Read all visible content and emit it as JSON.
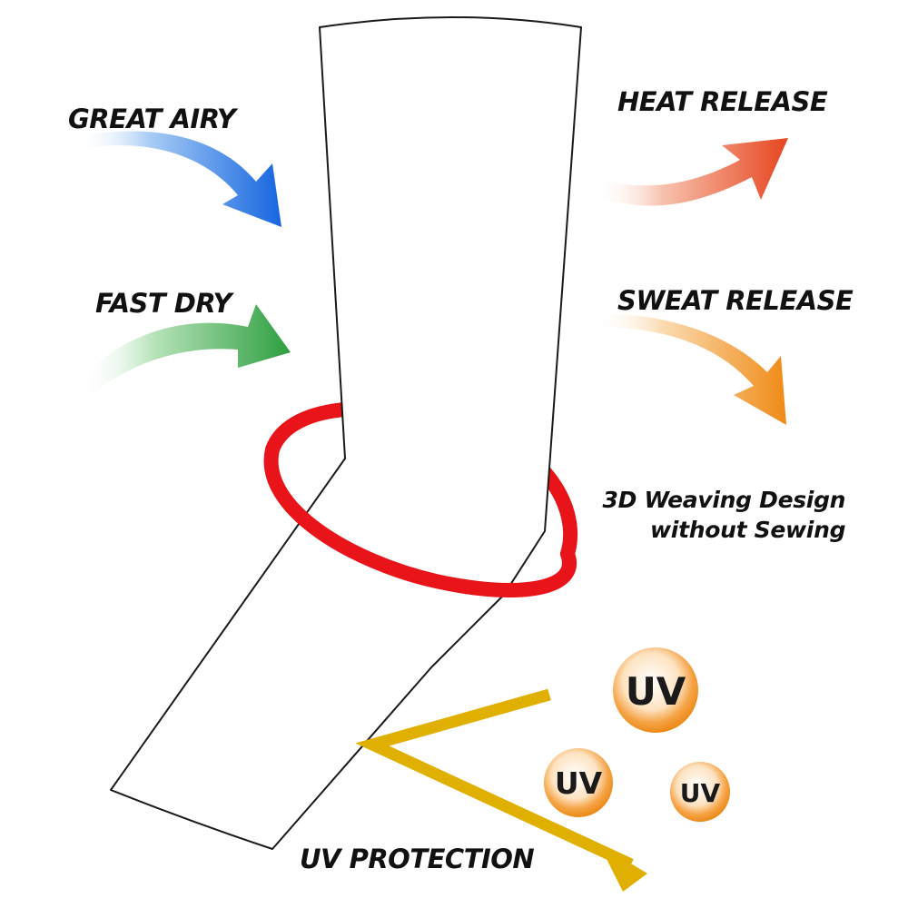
{
  "labels": {
    "great_airy": "GREAT AIRY",
    "fast_dry": "FAST DRY",
    "heat_release": "HEAT RELEASE",
    "sweat_release": "SWEAT RELEASE",
    "weaving_line1": "3D Weaving Design",
    "weaving_line2": "without Sewing",
    "uv_protection": "UV PROTECTION"
  },
  "uv_badges": [
    "UV",
    "UV",
    "UV"
  ],
  "colors": {
    "great_airy_arrow": "#1f6fe0",
    "fast_dry_arrow": "#3aa84a",
    "heat_release_arrow": "#e8502a",
    "sweat_release_arrow": "#f08c1e",
    "ring": "#e8141a",
    "uv_arrow": "#e0b000",
    "uv_badge": "#f0901c"
  }
}
